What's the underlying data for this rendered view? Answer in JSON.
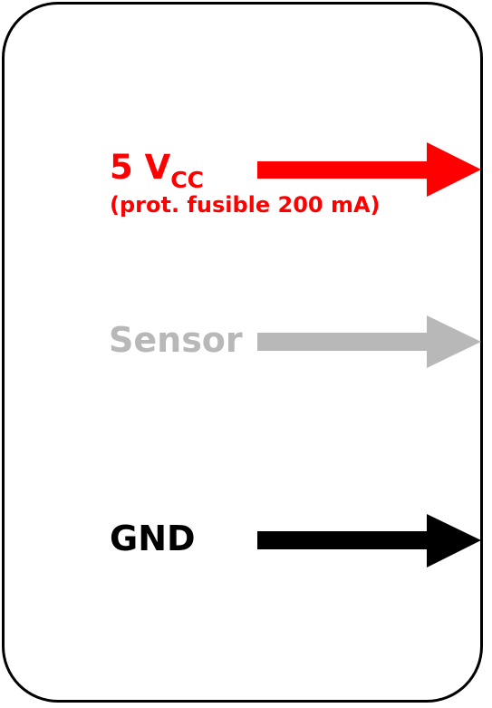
{
  "pins": [
    {
      "label": "5 V",
      "label_sub": "CC",
      "note": "(prot. fusible 200 mA)",
      "color": "#ff0000"
    },
    {
      "label": "Sensor",
      "color": "#b8b8b8"
    },
    {
      "label": "GND",
      "color": "#000000"
    }
  ]
}
